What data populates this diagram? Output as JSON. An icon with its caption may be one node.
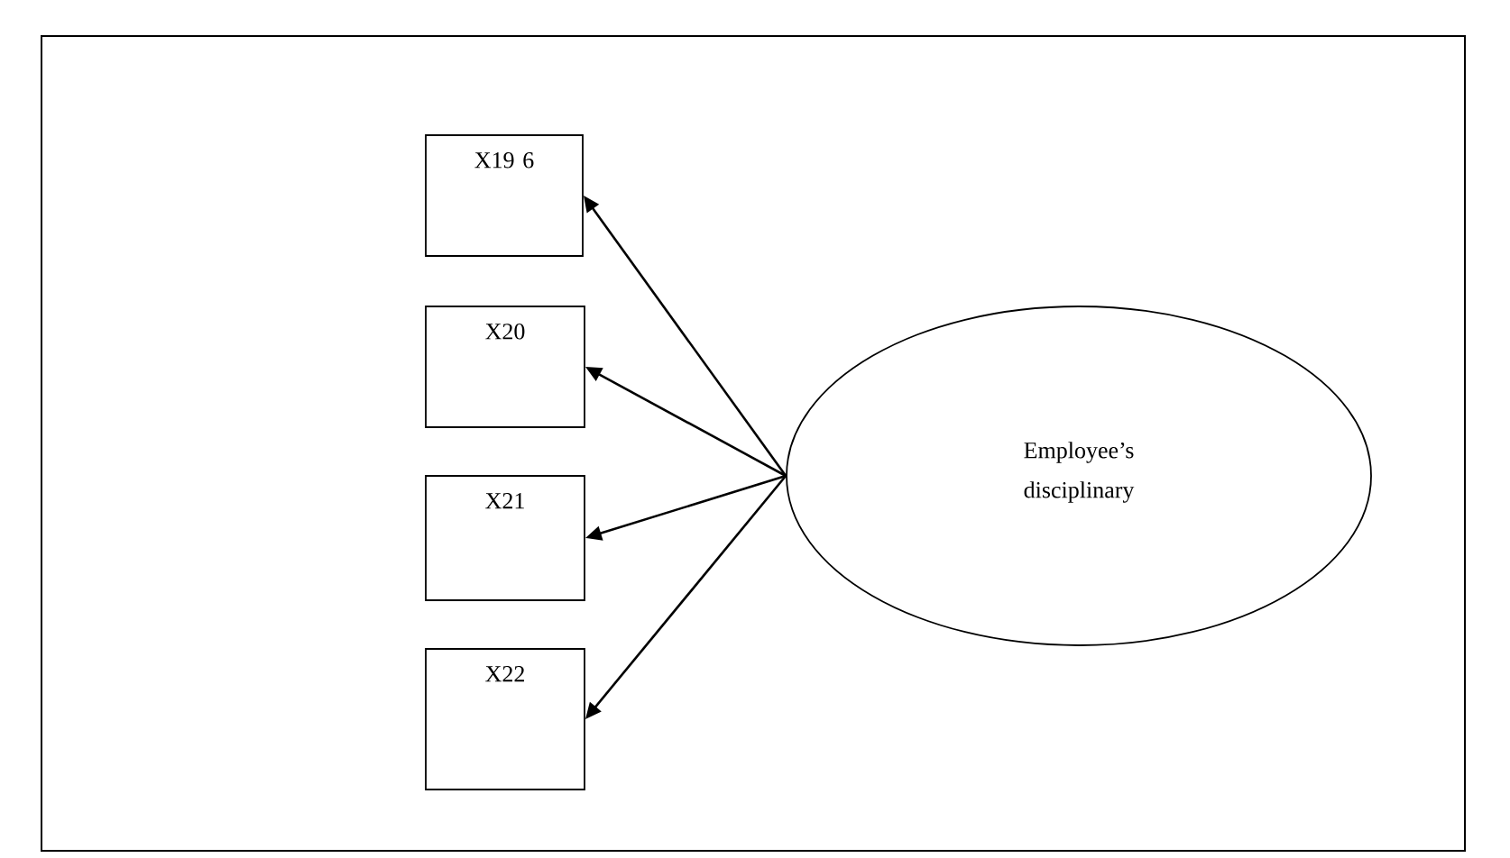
{
  "diagram": {
    "nodes": [
      {
        "text": [
          "X19 6"
        ]
      },
      {
        "text": [
          "X20"
        ]
      },
      {
        "text": [
          "X21"
        ]
      },
      {
        "text": [
          "X22"
        ]
      },
      {
        "text": [
          "Employee’s disciplinary"
        ]
      }
    ],
    "edges": [
      {
        "from": 4,
        "to": 0,
        "arrow": "to"
      },
      {
        "from": 4,
        "to": 1,
        "arrow": "to"
      },
      {
        "from": 4,
        "to": 2,
        "arrow": "to"
      },
      {
        "from": 4,
        "to": 3,
        "arrow": "to"
      }
    ]
  }
}
